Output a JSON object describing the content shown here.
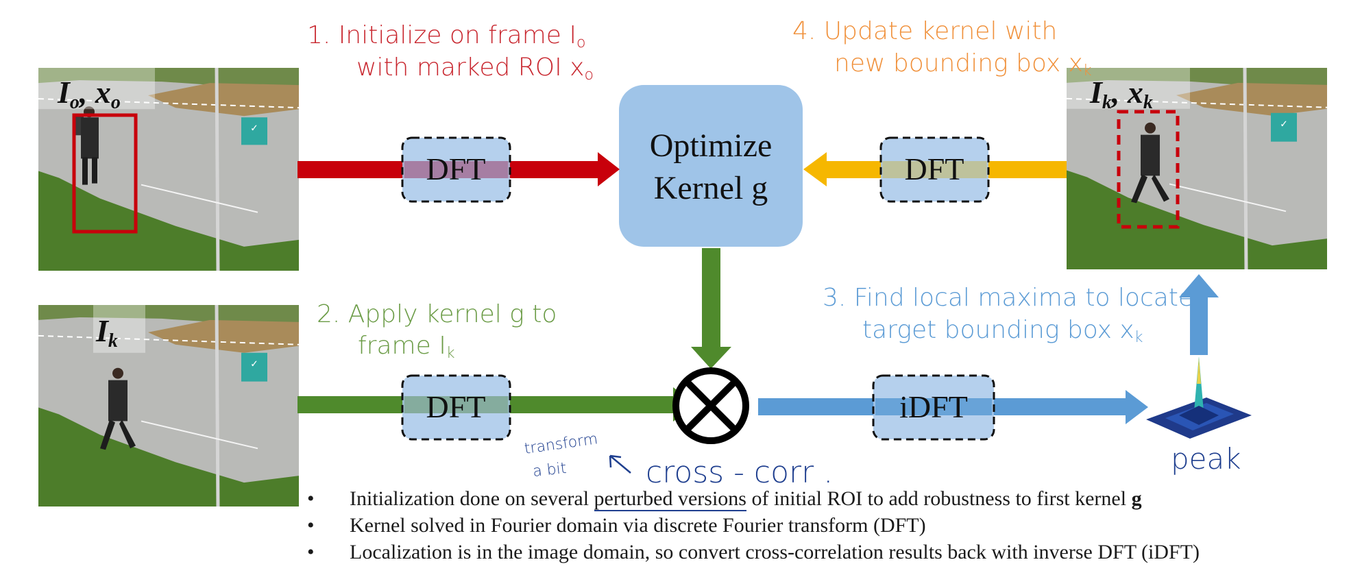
{
  "colors": {
    "red": "#c8000b",
    "orange": "#f6b700",
    "green": "#4f8a2c",
    "blue": "#5b9bd5",
    "box_fill": "#a8c8ea",
    "optimizer_fill": "#9fc4e8",
    "ink": "#1f3f8f",
    "step1_text": "#c8262e",
    "step2_text": "#6a9b45",
    "step3_text": "#5b9bd5",
    "step4_text": "#f0903a"
  },
  "frames": {
    "top_left": {
      "label_main": "I",
      "label_sub": "o",
      "label_sep": ", ",
      "label_main2": "x",
      "label_sub2": "o",
      "roi_style": "solid red box"
    },
    "bottom_left": {
      "label_main": "I",
      "label_sub": "k"
    },
    "top_right": {
      "label_main": "I",
      "label_sub": "k",
      "label_sep": ", ",
      "label_main2": "x",
      "label_sub2": "k",
      "roi_style": "dashed red box"
    },
    "sign_icon": "assembly-point-sign-icon"
  },
  "steps": {
    "step1_line1": "1.  Initialize on frame I",
    "step1_line1_sub": "o",
    "step1_line2": "with marked ROI x",
    "step1_line2_sub": "o",
    "step2_line1": "2.  Apply kernel g to",
    "step2_line2": "frame I",
    "step2_line2_sub": "k",
    "step3_line1": "3.  Find local maxima to locate",
    "step3_line2": "target bounding box x",
    "step3_line2_sub": "k",
    "step4_line1": "4.  Update kernel with",
    "step4_line2": "new bounding box x",
    "step4_line2_sub": "k"
  },
  "boxes": {
    "dft_top": "DFT",
    "dft_right": "DFT",
    "dft_bottom": "DFT",
    "idft": "iDFT",
    "optimizer_line1": "Optimize",
    "optimizer_line2": "Kernel g"
  },
  "operator_icon": "circled-times-icon",
  "peak_icon": "correlation-peak-surface-icon",
  "handwritten": {
    "transform_line1": "transform",
    "transform_line2": "a bit",
    "cross_corr": "cross - corr .",
    "peak": "peak"
  },
  "bullets": [
    {
      "before": "Initialization done on several ",
      "underlined": "perturbed versions",
      "after": " of initial ROI to add robustness to first kernel ",
      "bold": "g"
    },
    {
      "text": "Kernel solved in Fourier domain via discrete Fourier transform (DFT)"
    },
    {
      "text": "Localization is in the image domain, so convert cross-correlation results back with inverse DFT (iDFT)"
    }
  ],
  "bullet_symbol": "•"
}
